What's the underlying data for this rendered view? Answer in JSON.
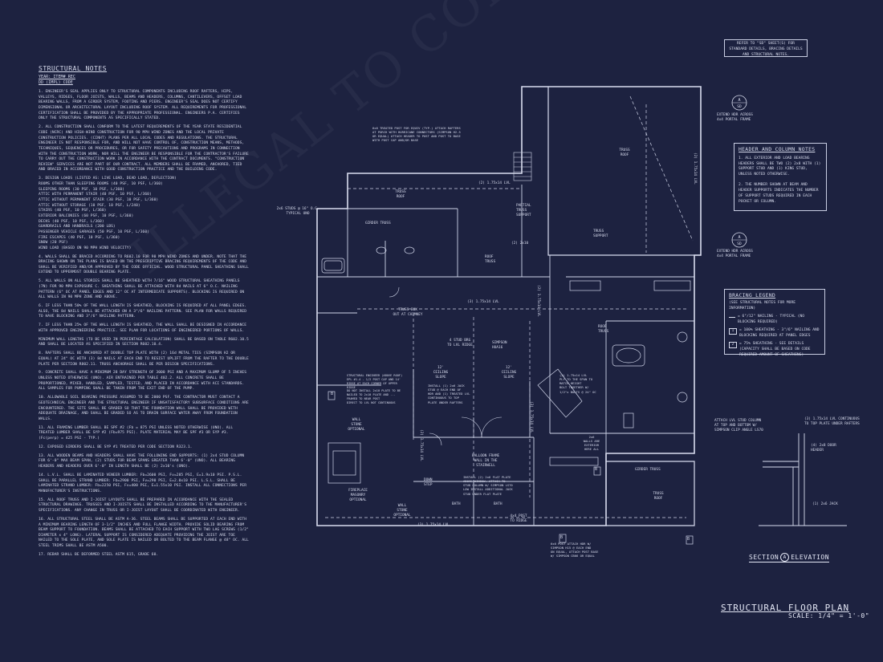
{
  "notes": {
    "title": "STRUCTURAL NOTES",
    "sub1": "YEAR: ITEM# REC",
    "sub2": "DD (IMPL) CODE",
    "paragraphs": [
      "1. ENGINEER'S SEAL APPLIES ONLY TO STRUCTURAL COMPONENTS INCLUDING ROOF RAFTERS, HIPS, VALLEYS, RIDGES, FLOOR JOISTS, WALLS, BEAMS AND HEADERS, COLUMNS, CANTILEVERS, OFFSET LOAD BEARING WALLS, FROM A GIRDER SYSTEM, FOOTING AND PIERS. ENGINEER'S SEAL DOES NOT CERTIFY DIMENSIONAL OR ARCHITECTURAL LAYOUT INCLUDING ROOF SYSTEM. ALL REQUIREMENTS FOR PROFESSIONAL CERTIFICATION SHALL BE PROVIDED BY THE APPROPRIATE PROFESSIONAL. ENGINEERS P.A. CERTIFIES ONLY THE STRUCTURAL COMPONENTS AS SPECIFICALLY STATED.",
      "2. ALL CONSTRUCTION SHALL CONFORM TO THE LATEST REQUIREMENTS OF THE YEAR STATE RESIDENTIAL CODE (NCRC) AND HIGH-WIND CONSTRUCTION FOR 90 MPH WIND ZONES AND THE LOCAL PRIVATE CONSTRUCTION POLICIES. (CINHT) PLANS PER ALL LOCAL CODES AND REGULATIONS. THE STRUCTURAL ENGINEER IS NOT RESPONSIBLE FOR, AND WILL NOT HAVE CONTROL OF, CONSTRUCTION MEANS, METHODS, TECHNIQUES, SEQUENCES OR PROCEDURES, OR FOR SAFETY PRECAUTIONS AND PROGRAMS IN CONNECTION WITH THE CONSTRUCTION WORK, NOR WILL THE ENGINEER BE RESPONSIBLE FOR THE CONTRACTOR'S FAILURE TO CARRY OUT THE CONSTRUCTION WORK IN ACCORDANCE WITH THE CONTRACT DOCUMENTS. \"CONSTRUCTION REVIEW\" SERVICES ARE NOT PART OF OUR CONTRACT. ALL MEMBERS SHALL BE FRAMED, ANCHORED, TIED AND BRACED IN ACCORDANCE WITH GOOD CONSTRUCTION PRACTICE AND THE BUILDING CODE.",
      "3. DESIGN LOADS (LISTED AS: LIVE LOAD, DEAD LOAD, DEFLECTION)"
    ],
    "loads": [
      "ROOMS OTHER THAN SLEEPING ROOMS (40 PSF, 10 PSF, L/360)",
      "SLEEPING ROOMS (30 PSF, 10 PSF, L/360)",
      "ATTIC WITH PERMANENT STAIR (40 PSF, 10 PSF, L/360)",
      "ATTIC WITHOUT PERMANENT STAIR (30 PSF, 10 PSF, L/360)",
      "ATTIC WITHOUT STORAGE (10 PSF, 10 PSF, L/240)",
      "STAIRS (40 PSF, 10 PSF, L/360)",
      "EXTERIOR BALCONIES (60 PSF, 10 PSF, L/360)",
      "DECKS (40 PSF, 10 PSF, L/360)",
      "GUARDRAILS AND HANDRAILS (200 LBS)",
      "PASSENGER VEHICLE GARAGES (50 PSF, 10 PSF, L/360)",
      "FIRE ESCAPES (40 PSF, 10 PSF, L/360)",
      "SNOW (20 PSF)",
      "WIND LOAD (BASED ON 90 MPH WIND VELOCITY)"
    ],
    "paragraphs2": [
      "4. WALLS SHALL BE BRACED ACCORDING TO R602.10 FOR 90 MPH WIND ZONES AND UNDER. NOTE THAT THE BRACING SHOWN ON THE PLANS IS BASED ON THE PRESCRIPTIVE BRACING REQUIREMENTS OF THE CODE AND SHALL BE VERIFIED AND/OR APPROVED BY THE CODE OFFICIAL. WOOD STRUCTURAL PANEL SHEATHING SHALL EXTEND TO UPPERMOST DOUBLE BEARING PLATE.",
      "5. ALL WALLS ON ALL STORIES SHALL BE SHEATHED WITH 7/16\" WOOD STRUCTURAL SHEATHING PANELS (7N) FOR 90 MPH EXPOSURE C. SHEATHING SHALL BE ATTACHED WITH 8d NAILS AT 6\" O.C. NAILING PATTERN (6\" OC AT PANEL EDGES AND 12\" OC AT INTERMEDIATE SUPPORTS). BLOCKING IS REQUIRED ON ALL WALLS IN 90 MPH ZONE AND ABOVE.",
      "6. IF LESS THAN 50% OF THE WALL LENGTH IS SHEATHED, BLOCKING IS REQUIRED AT ALL PANEL EDGES. ALSO, THE 8d NAILS SHALL BE ATTACHED ON A 3\"/6\" NAILING PATTERN. SEE PLAN FOR WALLS REQUIRED TO HAVE BLOCKING AND 3\"/6\" NAILING PATTERN.",
      "7. IF LESS THAN 25% OF THE WALL LENGTH IS SHEATHED, THE WALL SHALL BE DESIGNED IN ACCORDANCE WITH APPROVED ENGINEERING PRACTICE. SEE PLAN FOR LOCATIONS OF ENGINEERED PORTIONS OF WALLS.",
      "MINIMUM WALL LENGTHS (TO BE USED IN PERCENTAGE CALCULATION) SHALL BE BASED ON TABLE R602.10.5 AND SHALL BE LOCATED AS SPECIFIED IN SECTION R602.10.4.",
      "8. RAFTERS SHALL BE ANCHORED AT DOUBLE TOP PLATE WITH (2) 16d METAL TIES (SIMPSON H2 OR EQUAL) AT 24\" OC WITH (3) 8d NAILS AT EACH END TO RESIST UPLIFT FROM THE RAFTER TO THE DOUBLE PLATE PER SECTION R802.11. TRUSS ANCHORAGE SHALL BE PER DESIGN SPECIFICATIONS.",
      "9. CONCRETE SHALL HAVE A MINIMUM 28 DAY STRENGTH OF 3000 PSI AND A MAXIMUM SLUMP OF 5 INCHES UNLESS NOTED OTHERWISE (UNO). AIR ENTRAINED PER TABLE 402.2. ALL CONCRETE SHALL BE PROPORTIONED, MIXED, HANDLED, SAMPLED, TESTED, AND PLACED IN ACCORDANCE WITH ACI STANDARDS. ALL SAMPLES FOR PUMPING SHALL BE TAKEN FROM THE EXIT END OF THE PUMP.",
      "10. ALLOWABLE SOIL BEARING PRESSURE ASSUMED TO BE 2000 PSF. THE CONTRACTOR MUST CONTACT A GEOTECHNICAL ENGINEER AND THE STRUCTURAL ENGINEER IF UNSATISFACTORY SUBSURFACE CONDITIONS ARE ENCOUNTERED. THE SITE SHALL BE GRADED SO THAT THE FOUNDATION WALL SHALL BE PROVIDED WITH ADEQUATE DRAINAGE, AND SHALL BE GRADED SO AS TO DRAIN SURFACE WATER AWAY FROM FOUNDATION WALLS.",
      "11. ALL FRAMING LUMBER SHALL BE SPF #2 (Fb = 875 PSI UNLESS NOTED OTHERWISE (UNO). ALL TREATED LUMBER SHALL BE SYP #2 (Fb=975 PSI). PLATE MATERIAL MAY BE SPF #3 OR SYP #3. (Fc(perp) = 425 PSI - TYP.)",
      "12. EXPOSED GIRDERS SHALL BE SYP #1 TREATED PER CODE SECTION R323.1.",
      "13. ALL WOODEN BEAMS AND HEADERS SHALL HAVE THE FOLLOWING END SUPPORTS: (1) 2x4 STUD COLUMN FOR 6'-0\" MAX BEAM SPAN, (2) STUDS FOR BEAM SPANS GREATER THAN 6'-0\" (UNO). ALL BEARING HEADERS AND HEADERS OVER 6'-0\" IN LENGTH SHALL BE (2) 2x10's (UNO).",
      "14. L.V.L. SHALL BE LAMINATED VENEER LUMBER: Fb=2600 PSI, Fv=285 PSI, E=1.9x10 PSI. P.S.L. SHALL BE PARALLEL STRAND LUMBER: Fb=2900 PSI, Fv=290 PSI, E=2.0x10 PSI. L.S.L. SHALL BE LAMINATED STRAND LUMBER: Fb=2250 PSI, Fv=400 PSI, E=1.55x10 PSI. INSTALL ALL CONNECTIONS PER MANUFACTURER'S INSTRUCTIONS.",
      "15. ALL ROOF TRUSS AND I-JOIST LAYOUTS SHALL BE PREPARED IN ACCORDANCE WITH THE SEALED STRUCTURAL DRAWINGS. TRUSSES AND I-JOISTS SHALL BE INSTALLED ACCORDING TO THE MANUFACTURER'S SPECIFICATIONS. ANY CHANGE IN TRUSS OR I-JOIST LAYOUT SHALL BE COORDINATED WITH ENGINEER.",
      "16. ALL STRUCTURAL STEEL SHALL BE ASTM A-36. STEEL BEAMS SHALL BE SUPPORTED AT EACH END WITH A MINIMUM BEARING LENGTH OF 3-1/2\" INCHES AND FULL FLANGE WIDTH. PROVIDE SOLID BEARING FROM BEAM SUPPORT TO FOUNDATION. BEAMS SHALL BE ATTACHED TO EACH SUPPORT WITH TWO LAG SCREWS (1/2\" DIAMETER x 4\" LONG). LATERAL SUPPORT IS CONSIDERED ADEQUATE PROVIDING THE JOIST ARE TOE NAILED TO THE SOLE PLATE, AND SOLE PLATE IS NAILED OR BOLTED TO THE BEAM FLANGE @ 48\" OC. ALL STEEL TRIMS SHALL BE ASTM A500.",
      "17. REBAR SHALL BE DEFORMED STEEL ASTM 615, GRADE 60."
    ]
  },
  "refer_note": "REFER TO \"SD\" SHEET(S) FOR STANDARD DETAILS, BRACING DETAILS AND STRUCTURAL NOTES.",
  "section_callouts": [
    {
      "top": "A",
      "bottom": "SD",
      "text": "EXTEND HDR ACROSS\n4x4 PORTAL FRAME"
    },
    {
      "top": "A",
      "bottom": "SD",
      "text": "EXTEND HDR ACROSS\n4x4 PORTAL FRAME"
    }
  ],
  "header_notes": {
    "title": "HEADER AND COLUMN NOTES",
    "p1": "1. ALL EXTERIOR AND LOAD BEARING HEADERS SHALL BE TWO (2) 2x8 WITH (1) SUPPORT STUD AND (1) KING STUD, UNLESS NOTED OTHERWISE.",
    "p2": "2. THE NUMBER SHOWN AT BEAM AND HEADER SUPPORTS INDICATES THE NUMBER OF SUPPORT STUDS REQUIRED IN EACH POCKET OR COLUMN."
  },
  "bracing_legend": {
    "title": "BRACING LEGEND",
    "sub": "(SEE STRUCTURAL NOTES FOR MORE INFORMATION)",
    "items": [
      {
        "sym": "",
        "text": "= 6\"/12\" NAILING - TYPICAL (NO BLOCKING REQUIRED)"
      },
      {
        "sym": "1",
        "text": "= 100% SHEATHING - 3\"/6\" NAILING AND BLOCKING REQUIRED AT PANEL EDGES"
      },
      {
        "sym": "2",
        "text": "= 75% SHEATHING - SEE DETAILS (CAPACITY SHALL BE BASED ON CODE REQUIRED AMOUNT OF SHEATHING)"
      }
    ]
  },
  "plan_labels": {
    "top_note": "6x6 TREATED POST FOR EQUIV (TYP.) ATTACH RAFTERS AT PORCH WITH HURRICANE CONNECTORS (SIMPSON H2.5 OR EQUAL) ATTACH HEADER TO POST AND POST TO BASE WITH POST CAP AND/OR BASE",
    "stud_note": "2x6 STUDS @ 16\" O.C.\nTYPICAL UNO",
    "truss_roof_top": "TRUSS\nROOF",
    "truss_roof_left": "TRUSS\nROOF",
    "girder_truss_left": "GIRDER TRUSS",
    "girder_truss_right": "GIRDER TRUSS",
    "truss_roof_lower_right": "TRUSS\nROOF",
    "partial_truss": "PARTIAL\nTRUSS\nSUPPORT",
    "truss_support": "TRUSS\nSUPPORT",
    "roof_truss_center": "ROOF\nTRUSS",
    "roof_truss_right": "ROOF\nTRUSS",
    "lvl_top": "(2) 1.75x14 LVL",
    "lvl_mid": "(3) 1.75x14 LVL",
    "lvl_right": "(2) 1.75x14 LVL",
    "lvl_bottom": "(3) 1.75x14 LVL",
    "lvl_vert_left": "(2) 1.75x14 LVL",
    "lvl_vert_mid": "(3) 1.75x14 LVL",
    "lvl_vert_top": "(2) 1.75x14 LVL",
    "dim_2x10": "(2) 2x10",
    "truss_box": "TRUSS BOX\nOUT AT CHIMNEY",
    "stud_brg": "4 STUD BRG\nTO LVL RIDGE",
    "simpson": "SIMPSON\nHUA16",
    "ceiling_left": "12'\nCEILING\nSLOPE",
    "ceiling_right": "12'\nCEILING\nSLOPE",
    "lvl_ply_note": "(2) 1.75x14 LVL\nPLY TO THE SPAN TO\nMATCH HEIGHT\nBOLT TOGETHER W/\n1/2\"x BOLTS @ 24\" OC",
    "structural_note": "STRUCTURAL ENGINEER (ABOVE ROOF)\nEPL #1.4 - 1/2 POST CAP AND 14'\nRIDGE AT EACH CORNER OF UPPER RIDGE\nDO NOT INSTALL 2x10 PLATE TO BE\nNAILED TO 2x10 PLATE AND ...\nFRAMED TO NEAR POST\nDIRECT TO LVL NOT CONTINUOUS",
    "jack_note": "INSTALL (1) 2x6 JACK\nSTUD @ EACH END OF\nHDR AND (1) TREATED LVL\nCONTINUOUS TO TOP\nPLATE UNDER RAFTERS",
    "balloon_note": "BALLOON FRAME\nWALL IN THE\nSTAIRWELL",
    "plate_note": "INSTALL (2) 2x6 FLAT PLATE\nABOVE WINDOW. ATTACH TO\nSTUD COLUMN W/ SIMPSON LS70\nLOW INSTALL ADDITIONAL JACK\nSTUD UNDER FLAT PLATE",
    "wall_stone_left": "WALL\nSTONE\nOPTIONAL",
    "fireplace": "FIREPLACE\nMASONRY\nOPTIONAL",
    "wall_stone_right": "WALL\nSTONE\nOPTIONAL",
    "down_step": "DOWN\nSTEP",
    "bath_left": "BATH",
    "bath_right": "BATH",
    "post_ridge": "4x4 POST\nTO RIDGE",
    "lvl_bottom_note": "(3) 1.75x14 LVL",
    "post_bottom_note": "6x6 POST ATTACH HDR W/\nSIMPSON H15 @ EACH END\nON EQUAL, ATTACH POST BASE\nW/ SIMPSON CB66 OR EQUAL",
    "walls_note": "2x6\nWALLS ARE\nEXTERIOR\nHERE ALL",
    "b_marker": "B"
  },
  "section_detail": {
    "attach": "ATTACH LVL STUD COLUMN\nAT TOP AND BOTTOM W/\nSIMPSON CLIP ANGLE LS70",
    "lvl_cont": "(3) 1.75x14 LVL CONTINUOUS\nTO TOP PLATE UNDER RAFTERS",
    "door_header": "(4) 2x8 DOOR\nHEADER",
    "jack": "(1) 2x6 JACK",
    "title_pre": "SECTION",
    "title_mark": "A",
    "title_post": "ELEVATION"
  },
  "title_block": {
    "title": "STRUCTURAL FLOOR PLAN",
    "scale": "SCALE: 1/4\" = 1'-0\""
  },
  "watermark": "ILLEGAL TO COPY - My Home Floor Plans.com - Construction"
}
